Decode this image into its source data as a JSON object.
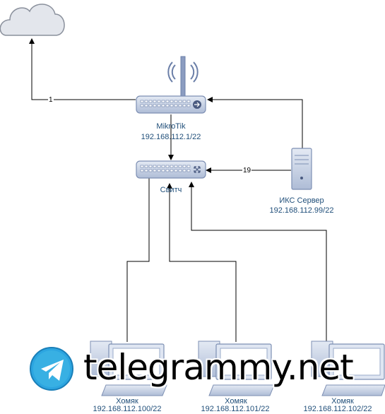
{
  "router": {
    "name": "MikroTik",
    "ip": "192.168.112.1/22"
  },
  "switch": {
    "name": "Свитч"
  },
  "server": {
    "name": "ИКС Сервер",
    "ip": "192.168.112.99/22"
  },
  "clients": [
    {
      "name": "Хомяк",
      "ip": "192.168.112.100/22"
    },
    {
      "name": "Хомяк",
      "ip": "192.168.112.101/22"
    },
    {
      "name": "Хомяк",
      "ip": "192.168.112.102/22"
    }
  ],
  "links": {
    "router_to_cloud": "1",
    "server_to_switch": "19"
  },
  "watermark": {
    "text": "telegrammy.net"
  },
  "colors": {
    "label": "#1f4e79",
    "device": "#c9d4e6",
    "device_stroke": "#7d8fb3",
    "cloud": "#e3e6ec"
  }
}
